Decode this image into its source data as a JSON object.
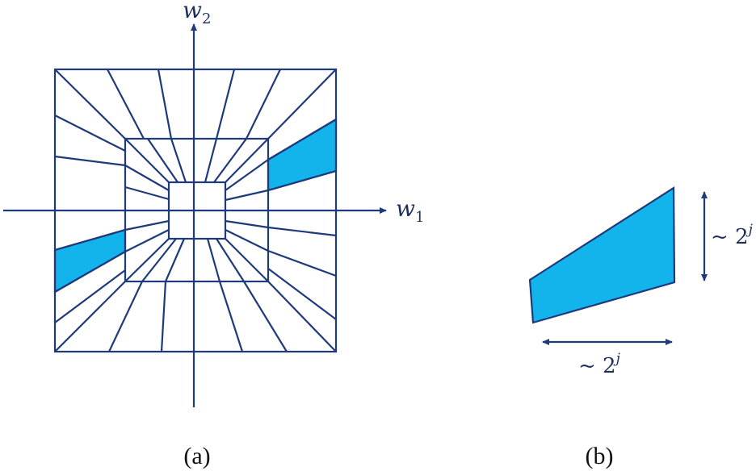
{
  "colors": {
    "line": "#1f3a7a",
    "fill": "#13b4ec",
    "text": "#1f2f5c"
  },
  "panel_a": {
    "caption": "(a)",
    "axis_w1": {
      "base": "w",
      "sub": "1"
    },
    "axis_w2": {
      "base": "w",
      "sub": "2"
    }
  },
  "panel_b": {
    "caption": "(b)",
    "width_label": {
      "prefix": "~ 2",
      "exp": "j"
    },
    "height_label": {
      "prefix": "~ 2",
      "exp": "j"
    }
  }
}
